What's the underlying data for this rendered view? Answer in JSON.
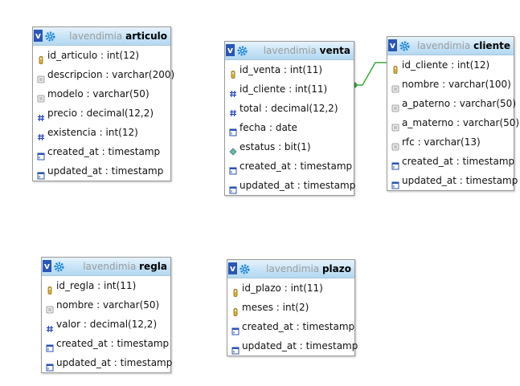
{
  "db_name": "lavendimia",
  "tables": {
    "articulo": {
      "name": "articulo",
      "columns": [
        {
          "text": "id_articulo : int(12)",
          "icon": "key-icon"
        },
        {
          "text": "descripcion : varchar(200)",
          "icon": "text-icon"
        },
        {
          "text": "modelo : varchar(50)",
          "icon": "text-icon"
        },
        {
          "text": "precio : decimal(12,2)",
          "icon": "hash-icon"
        },
        {
          "text": "existencia : int(12)",
          "icon": "hash-icon"
        },
        {
          "text": "created_at : timestamp",
          "icon": "timestamp-icon"
        },
        {
          "text": "updated_at : timestamp",
          "icon": "timestamp-icon"
        }
      ]
    },
    "venta": {
      "name": "venta",
      "columns": [
        {
          "text": "id_venta : int(11)",
          "icon": "key-icon"
        },
        {
          "text": "id_cliente : int(11)",
          "icon": "hash-icon"
        },
        {
          "text": "total : decimal(12,2)",
          "icon": "hash-icon"
        },
        {
          "text": "fecha : date",
          "icon": "timestamp-icon"
        },
        {
          "text": "estatus : bit(1)",
          "icon": "bit-icon"
        },
        {
          "text": "created_at : timestamp",
          "icon": "timestamp-icon"
        },
        {
          "text": "updated_at : timestamp",
          "icon": "timestamp-icon"
        }
      ]
    },
    "cliente": {
      "name": "cliente",
      "columns": [
        {
          "text": "id_cliente : int(12)",
          "icon": "key-icon"
        },
        {
          "text": "nombre : varchar(100)",
          "icon": "text-icon"
        },
        {
          "text": "a_paterno : varchar(50)",
          "icon": "text-icon"
        },
        {
          "text": "a_materno : varchar(50)",
          "icon": "text-icon"
        },
        {
          "text": "rfc : varchar(13)",
          "icon": "text-icon"
        },
        {
          "text": "created_at : timestamp",
          "icon": "timestamp-icon"
        },
        {
          "text": "updated_at : timestamp",
          "icon": "timestamp-icon"
        }
      ]
    },
    "regla": {
      "name": "regla",
      "columns": [
        {
          "text": "id_regla : int(11)",
          "icon": "key-icon"
        },
        {
          "text": "nombre : varchar(50)",
          "icon": "text-icon"
        },
        {
          "text": "valor : decimal(12,2)",
          "icon": "hash-icon"
        },
        {
          "text": "created_at : timestamp",
          "icon": "timestamp-icon"
        },
        {
          "text": "updated_at : timestamp",
          "icon": "timestamp-icon"
        }
      ]
    },
    "plazo": {
      "name": "plazo",
      "columns": [
        {
          "text": "id_plazo : int(11)",
          "icon": "key-icon"
        },
        {
          "text": "meses : int(2)",
          "icon": "key-icon"
        },
        {
          "text": "created_at : timestamp",
          "icon": "timestamp-icon"
        },
        {
          "text": "updated_at : timestamp",
          "icon": "timestamp-icon"
        }
      ]
    }
  },
  "relations": [
    {
      "from": "venta.id_cliente",
      "to": "cliente.id_cliente",
      "color": "#3aa83a"
    }
  ],
  "colors": {
    "header_gradient_top": "#e6f3fb",
    "header_gradient_bottom": "#b4d8f1",
    "toggle_button": "#2a56b5",
    "db_name_text": "#9c9c9c",
    "relation_line": "#3aa83a"
  }
}
